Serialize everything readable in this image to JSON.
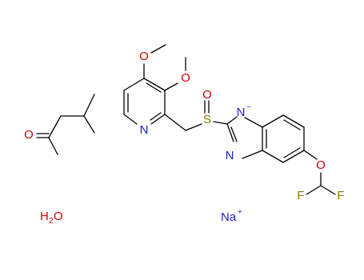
{
  "diagram": {
    "colors": {
      "bond": "#000000",
      "oxygen": "#d40000",
      "nitrogen": "#1e22c8",
      "sulfur": "#8c7a00",
      "fluorine": "#8c7a00",
      "sodium": "#1e22c8"
    },
    "labels": {
      "ketone_oxygen": "O",
      "water_h": "H",
      "water_sub": "2",
      "water_o": "O",
      "methoxy4_oxygen": "O",
      "methoxy3_oxygen": "O",
      "pyridine_nitrogen": "N",
      "sulfur": "S",
      "sulfinyl_oxygen": "O",
      "imidazole_n_top": "N",
      "imidazole_n_charge": "−",
      "imidazole_n_bottom": "N",
      "ether_oxygen": "O",
      "fluorine_left": "F",
      "fluorine_right": "F",
      "sodium": "Na",
      "sodium_charge": "+"
    }
  }
}
